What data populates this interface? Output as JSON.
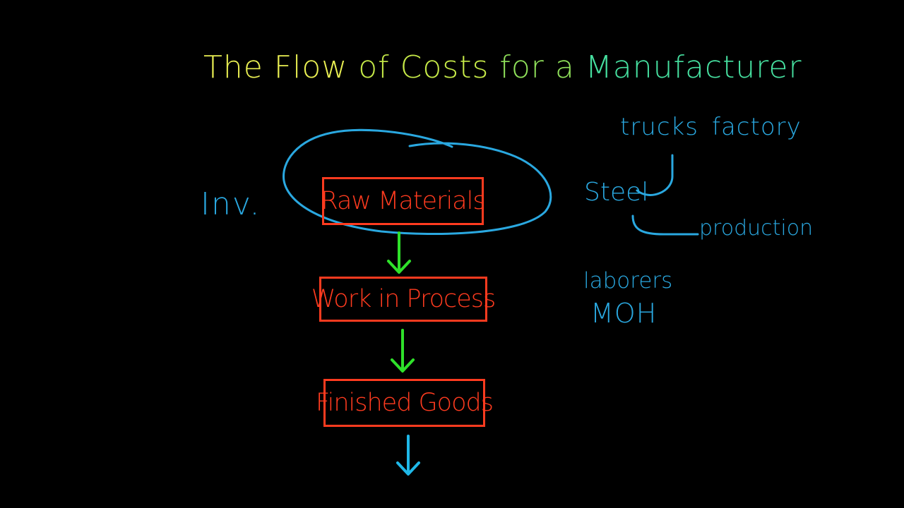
{
  "title": {
    "part1": "The Flow",
    "part2": " of Costs",
    "part3": " for a",
    "part4": " Manufacturer"
  },
  "boxes": {
    "raw_materials": "Raw Materials",
    "work_in_process": "Work in Process",
    "finished_goods": "Finished Goods"
  },
  "notes": {
    "inv": "Inv.",
    "trucks": "trucks",
    "factory": "factory",
    "steel": "Steel",
    "production": "production",
    "laborers": "laborers",
    "moh": "MOH"
  },
  "colors": {
    "background": "#000000",
    "title_yellow": "#e9ef52",
    "title_green": "#46e0a0",
    "box_red": "#ff3b1f",
    "arrow_green": "#2fe12a",
    "note_blue": "#2aa8e0",
    "arrow_cyan": "#1fb8e8"
  }
}
